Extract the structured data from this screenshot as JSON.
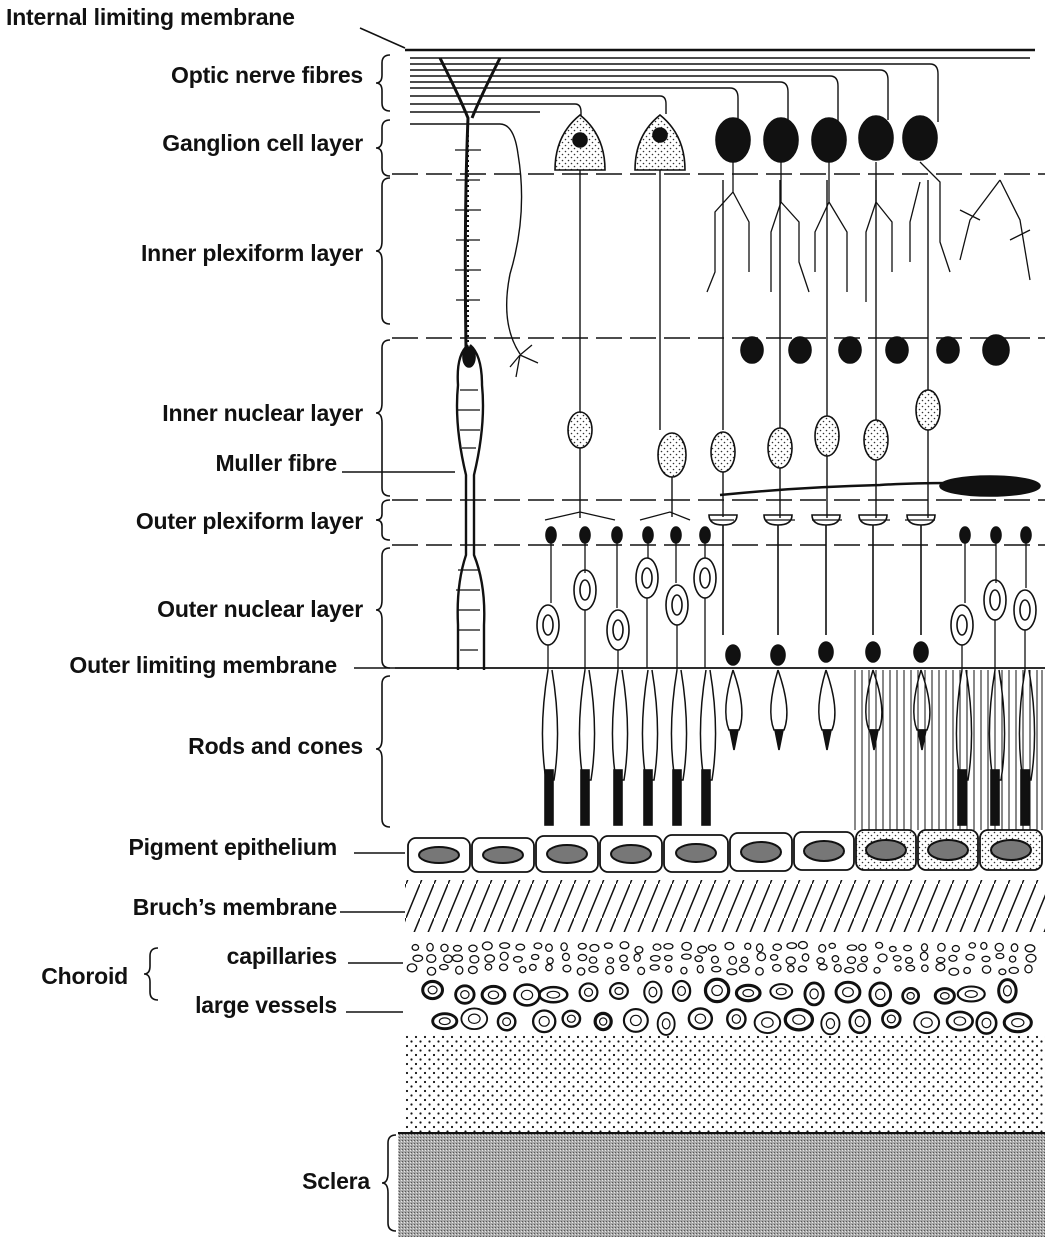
{
  "labels": {
    "internal_limiting_membrane": "Internal limiting membrane",
    "optic_nerve_fibres": "Optic nerve fibres",
    "ganglion_cell_layer": "Ganglion cell layer",
    "inner_plexiform_layer": "Inner plexiform layer",
    "inner_nuclear_layer": "Inner nuclear layer",
    "muller_fibre": "Muller fibre",
    "outer_plexiform_layer": "Outer plexiform layer",
    "outer_nuclear_layer": "Outer nuclear layer",
    "outer_limiting_membrane": "Outer limiting membrane",
    "rods_and_cones": "Rods and cones",
    "pigment_epithelium": "Pigment epithelium",
    "bruchs_membrane": "Bruch’s membrane",
    "choroid": "Choroid",
    "capillaries": "capillaries",
    "large_vessels": "large vessels",
    "sclera": "Sclera"
  },
  "colors": {
    "ink": "#111111",
    "sclera": "#9a9a9a",
    "paper": "#ffffff",
    "nucleus_fill": "#d8d8d8"
  }
}
